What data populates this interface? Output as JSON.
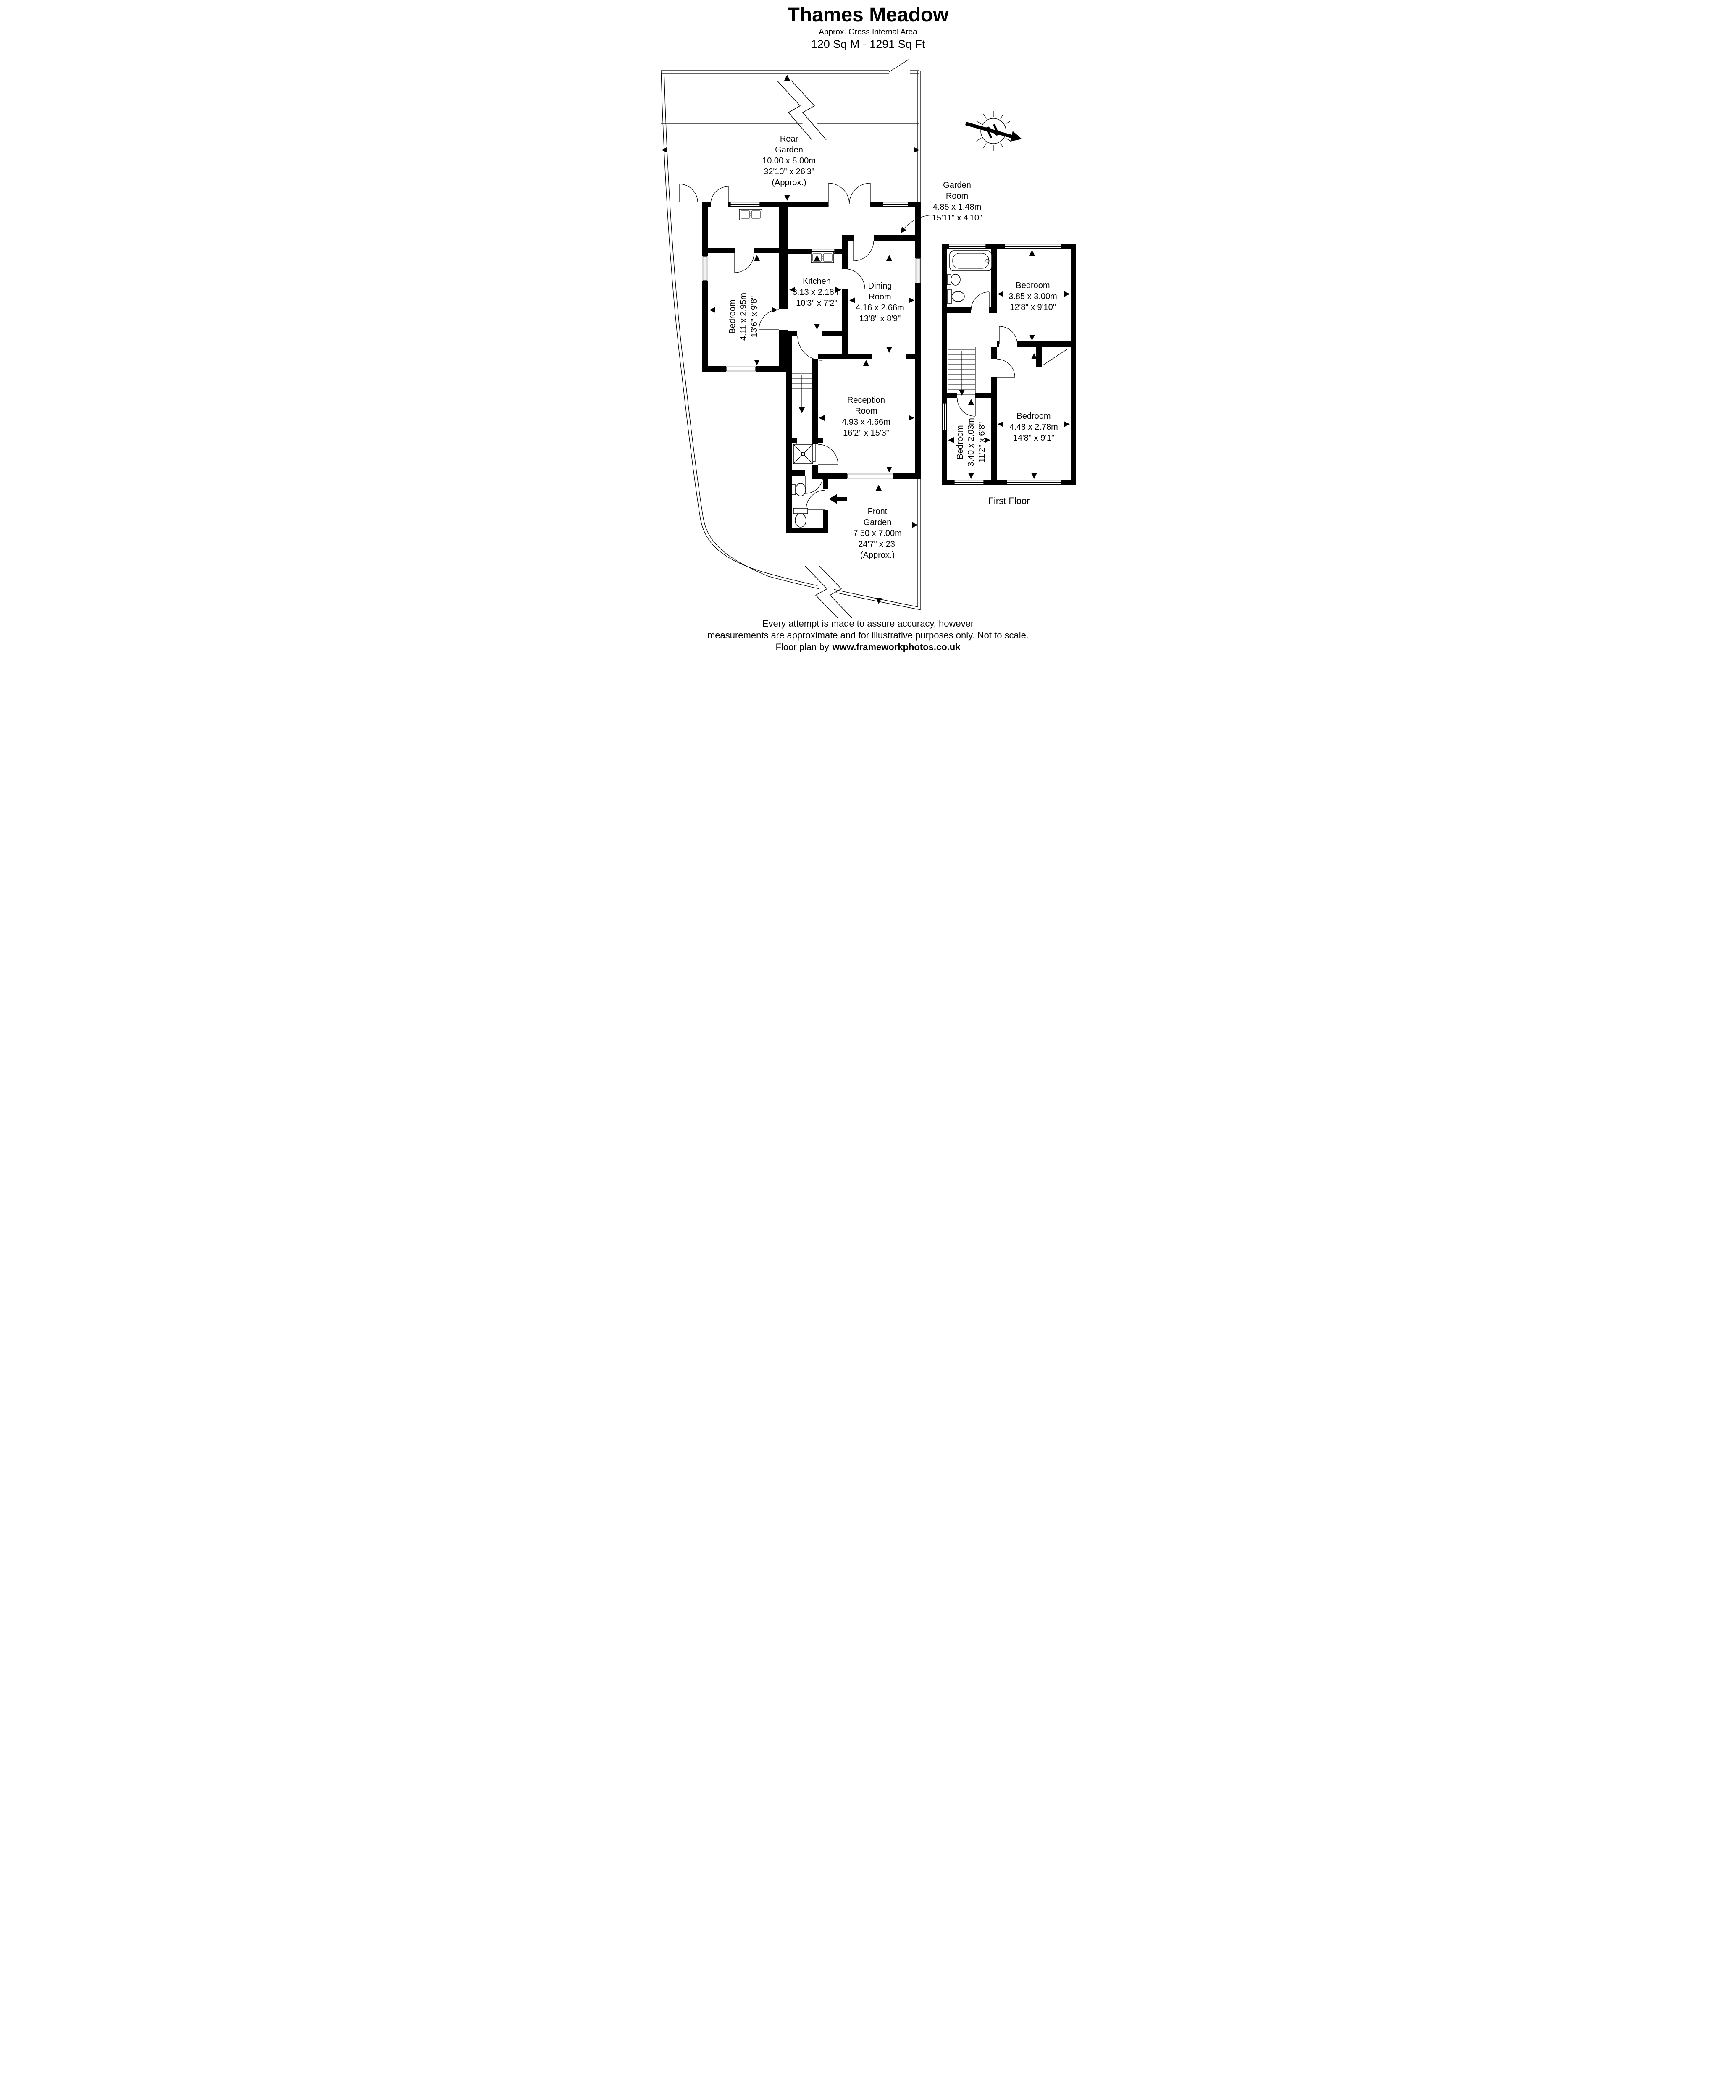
{
  "header": {
    "title": "Thames Meadow",
    "subtitle": "Approx. Gross Internal Area",
    "area": "120 Sq M - 1291 Sq Ft"
  },
  "compass": {
    "label": "N"
  },
  "rooms": {
    "rear_garden": {
      "name": "Rear Garden",
      "metric": "10.00 x 8.00m",
      "imperial": "32'10\" x 26'3\"",
      "note": "(Approx.)"
    },
    "garden_room": {
      "name": "Garden Room",
      "metric": "4.85 x 1.48m",
      "imperial": "15'11\" x 4'10\""
    },
    "bedroom_ground": {
      "name": "Bedroom",
      "metric": "4.11 x 2.95m",
      "imperial": "13'6\" x 9'8\""
    },
    "kitchen": {
      "name": "Kitchen",
      "metric": "3.13 x 2.18m",
      "imperial": "10'3\" x 7'2\""
    },
    "dining_room": {
      "name": "Dining Room",
      "metric": "4.16 x 2.66m",
      "imperial": "13'8\" x 8'9\""
    },
    "reception_room": {
      "name": "Reception Room",
      "metric": "4.93 x 4.66m",
      "imperial": "16'2\" x 15'3\""
    },
    "front_garden": {
      "name": "Front Garden",
      "metric": "7.50 x 7.00m",
      "imperial": "24'7\" x 23'",
      "note": "(Approx.)"
    },
    "bedroom_one": {
      "name": "Bedroom",
      "metric": "3.85 x 3.00m",
      "imperial": "12'8\" x 9'10\""
    },
    "bedroom_two": {
      "name": "Bedroom",
      "metric": "4.48 x 2.78m",
      "imperial": "14'8\" x 9'1\""
    },
    "bedroom_three": {
      "name": "Bedroom",
      "metric": "3.40 x 2.03m",
      "imperial": "11'2\" x 6'8\""
    }
  },
  "floor_labels": {
    "first_floor": "First Floor"
  },
  "footer": {
    "line1": "Every attempt is made to assure accuracy, however",
    "line2": "measurements are approximate and for illustrative purposes only. Not to scale.",
    "line3_prefix": "Floor plan by",
    "line3_url": "www.frameworkphotos.co.uk"
  },
  "colors": {
    "wall": "#000000",
    "background": "#ffffff"
  }
}
